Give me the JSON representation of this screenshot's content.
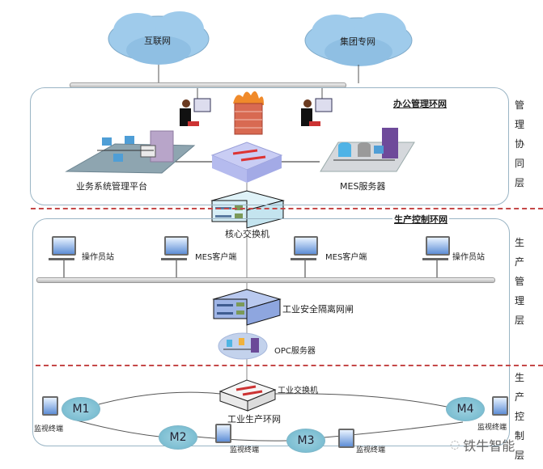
{
  "clouds": {
    "internet": "互联网",
    "group_network": "集团专网"
  },
  "zones": {
    "office": {
      "title": "办公管理环网",
      "side_label": [
        "管",
        "理",
        "协",
        "同",
        "层"
      ]
    },
    "production_mgmt": {
      "title": "生产控制环网",
      "side_label": [
        "生",
        "产",
        "管",
        "理",
        "层"
      ]
    },
    "production_control": {
      "side_label": [
        "生",
        "产",
        "控",
        "制",
        "层"
      ]
    }
  },
  "nodes": {
    "business_platform": "业务系统管理平台",
    "mes_server": "MES服务器",
    "core_switch": "核心交换机",
    "operator_station_left": "操作员站",
    "mes_client_left": "MES客户端",
    "mes_client_right": "MES客户端",
    "operator_station_right": "操作员站",
    "industrial_gateway": "工业安全隔离网闸",
    "opc_server": "OPC服务器",
    "industrial_switch": "工业交换机",
    "industrial_ring": "工业生产环网"
  },
  "ring_nodes": [
    {
      "id": "M1",
      "terminal": "监视终端"
    },
    {
      "id": "M2",
      "terminal": "监视终端"
    },
    {
      "id": "M3",
      "terminal": "监视终端"
    },
    {
      "id": "M4",
      "terminal": "监视终端"
    }
  ],
  "watermark": "铁牛智能",
  "colors": {
    "cloud": "#9fcbeb",
    "zone_border": "#9ab5c5",
    "dash_divider": "#c54848",
    "ring_node": "#8cc6d8"
  }
}
